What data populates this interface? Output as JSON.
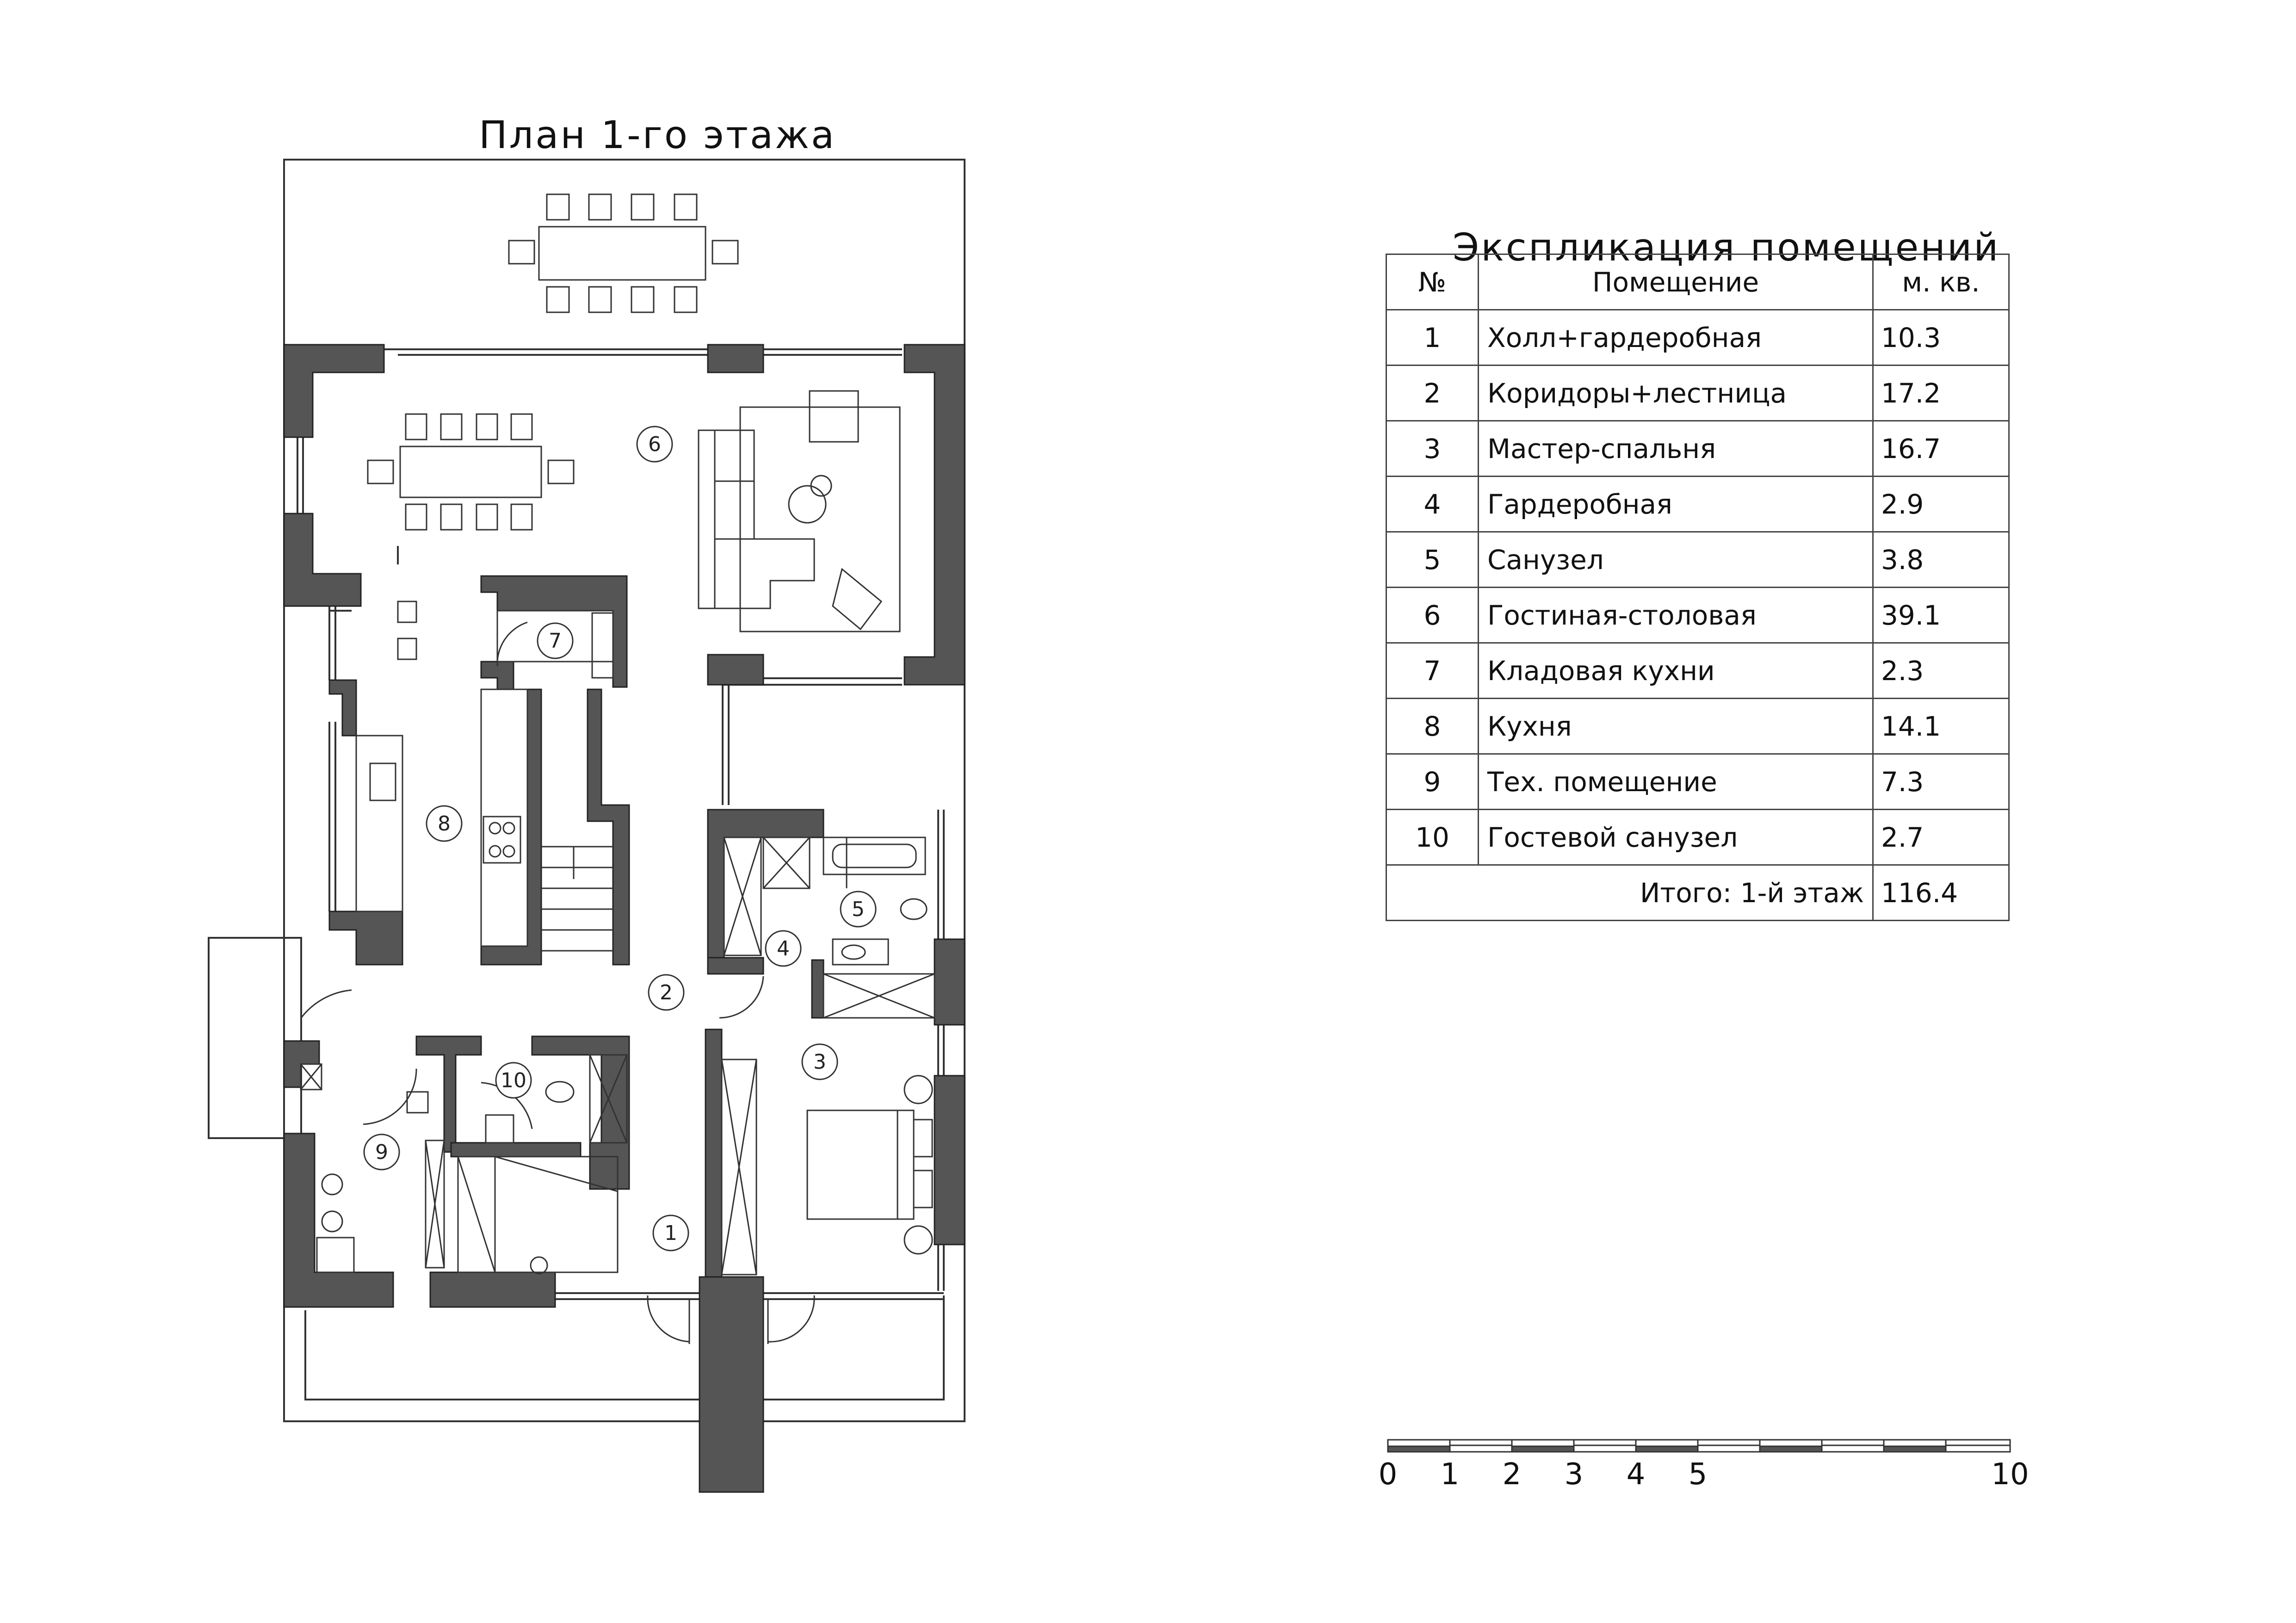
{
  "plan": {
    "title": "План 1-го этажа",
    "room_numbers": [
      "1",
      "2",
      "3",
      "4",
      "5",
      "6",
      "7",
      "8",
      "9",
      "10"
    ]
  },
  "explication": {
    "title": "Экспликация помещений",
    "headers": {
      "num": "№",
      "name": "Помещение",
      "area": "м. кв."
    },
    "rows": [
      {
        "num": "1",
        "name": "Холл+гардеробная",
        "area": "10.3"
      },
      {
        "num": "2",
        "name": "Коридоры+лестница",
        "area": "17.2"
      },
      {
        "num": "3",
        "name": "Мастер-спальня",
        "area": "16.7"
      },
      {
        "num": "4",
        "name": "Гардеробная",
        "area": "2.9"
      },
      {
        "num": "5",
        "name": "Санузел",
        "area": "3.8"
      },
      {
        "num": "6",
        "name": "Гостиная-столовая",
        "area": "39.1"
      },
      {
        "num": "7",
        "name": "Кладовая кухни",
        "area": "2.3"
      },
      {
        "num": "8",
        "name": "Кухня",
        "area": "14.1"
      },
      {
        "num": "9",
        "name": "Тех. помещение",
        "area": "7.3"
      },
      {
        "num": "10",
        "name": "Гостевой санузел",
        "area": "2.7"
      }
    ],
    "total": {
      "label": "Итого: 1-й этаж",
      "area": "116.4"
    }
  },
  "scale_bar": {
    "labels": [
      "0",
      "1",
      "2",
      "3",
      "4",
      "5",
      "10"
    ]
  },
  "colors": {
    "wall": "#555555",
    "line": "#333333"
  }
}
